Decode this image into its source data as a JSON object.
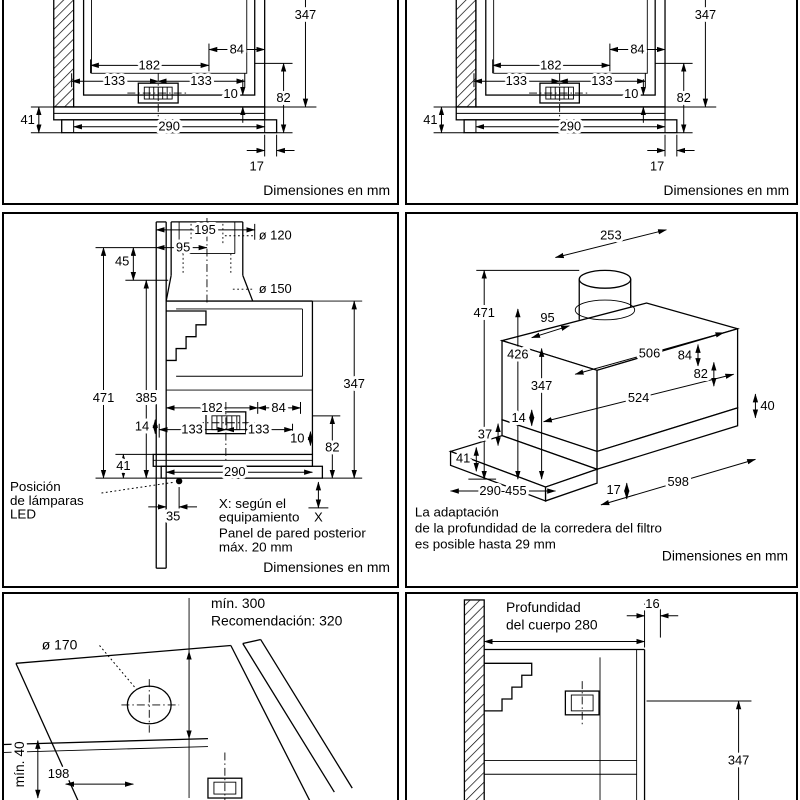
{
  "note_mm": "Dimensiones en mm",
  "p12": {
    "d347": "347",
    "d182": "182",
    "d84": "84",
    "d133a": "133",
    "d133b": "133",
    "d10": "10",
    "d82": "82",
    "d41": "41",
    "d290": "290",
    "d17": "17"
  },
  "p3": {
    "d195": "195",
    "d95": "95",
    "d45": "45",
    "dia120": "ø 120",
    "dia150": "ø 150",
    "d471": "471",
    "d385": "385",
    "d347": "347",
    "d182": "182",
    "d84": "84",
    "d133a": "133",
    "d133b": "133",
    "d14": "14",
    "d10": "10",
    "d82": "82",
    "d41": "41",
    "d290": "290",
    "d35": "35",
    "dX": "X",
    "led_note": [
      "Posición",
      "de lámparas",
      "LED"
    ],
    "x_note": [
      "X: según el",
      "equipamiento"
    ],
    "panel_note": [
      "Panel de pared posterior",
      "máx. 20 mm"
    ]
  },
  "p4": {
    "d253": "253",
    "d471": "471",
    "d95": "95",
    "d426": "426",
    "d347": "347",
    "d506": "506",
    "d84": "84",
    "d82": "82",
    "d14": "14",
    "d524": "524",
    "d40": "40",
    "d37": "37",
    "d41": "41",
    "d290_455": "290-455",
    "d598": "598",
    "d17": "17",
    "caption": [
      "La adaptación",
      "de la profundidad de la corredera del filtro",
      "es posible hasta 29 mm"
    ]
  },
  "p5": {
    "min300": "mín. 300",
    "rec320": "Recomendación: 320",
    "dia170": "ø 170",
    "min40": "mín. 40",
    "d198": "198"
  },
  "p6": {
    "prof": [
      "Profundidad",
      "del cuerpo 280"
    ],
    "d16": "16",
    "d347": "347"
  }
}
